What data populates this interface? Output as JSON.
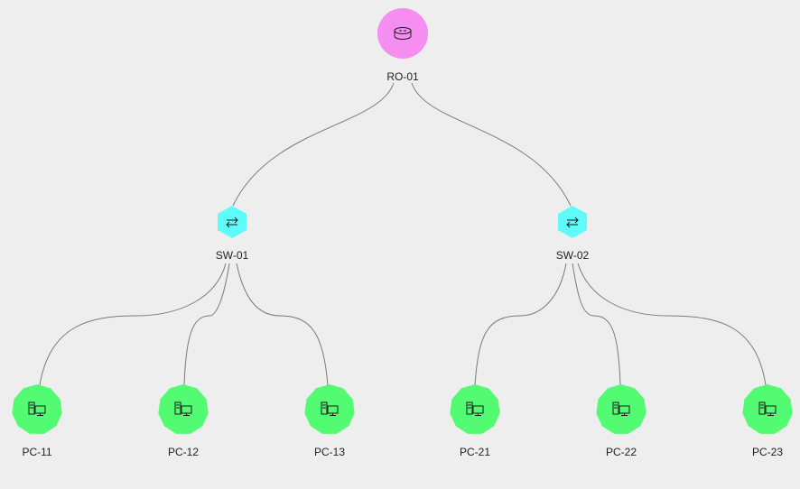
{
  "colors": {
    "background": "#eeeeee",
    "router": "#f58ef0",
    "switch": "#5ffbfb",
    "pc": "#52fb72",
    "edge": "#7a7a7a"
  },
  "nodes": {
    "ro01": {
      "label": "RO-01",
      "type": "router",
      "icon": "router-icon"
    },
    "sw01": {
      "label": "SW-01",
      "type": "switch",
      "icon": "switch-arrows-icon"
    },
    "sw02": {
      "label": "SW-02",
      "type": "switch",
      "icon": "switch-arrows-icon"
    },
    "pc11": {
      "label": "PC-11",
      "type": "pc",
      "icon": "computer-icon"
    },
    "pc12": {
      "label": "PC-12",
      "type": "pc",
      "icon": "computer-icon"
    },
    "pc13": {
      "label": "PC-13",
      "type": "pc",
      "icon": "computer-icon"
    },
    "pc21": {
      "label": "PC-21",
      "type": "pc",
      "icon": "computer-icon"
    },
    "pc22": {
      "label": "PC-22",
      "type": "pc",
      "icon": "computer-icon"
    },
    "pc23": {
      "label": "PC-23",
      "type": "pc",
      "icon": "computer-icon"
    }
  },
  "edges": [
    [
      "ro01",
      "sw01"
    ],
    [
      "ro01",
      "sw02"
    ],
    [
      "sw01",
      "pc11"
    ],
    [
      "sw01",
      "pc12"
    ],
    [
      "sw01",
      "pc13"
    ],
    [
      "sw02",
      "pc21"
    ],
    [
      "sw02",
      "pc22"
    ],
    [
      "sw02",
      "pc23"
    ]
  ]
}
